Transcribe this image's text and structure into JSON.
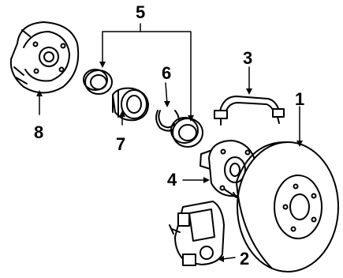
{
  "callouts": {
    "c1": "1",
    "c2": "2",
    "c3": "3",
    "c4": "4",
    "c5": "5",
    "c6": "6",
    "c7": "7",
    "c8": "8"
  },
  "parts": [
    {
      "id": "1",
      "name": "rotor-disc"
    },
    {
      "id": "2",
      "name": "caliper"
    },
    {
      "id": "3",
      "name": "brake-hose"
    },
    {
      "id": "4",
      "name": "hub"
    },
    {
      "id": "5",
      "name": "bearing-seal-group"
    },
    {
      "id": "6",
      "name": "snap-ring"
    },
    {
      "id": "7",
      "name": "bearing"
    },
    {
      "id": "8",
      "name": "backing-plate"
    }
  ],
  "colors": {
    "ink": "#000000",
    "paper": "#ffffff"
  }
}
